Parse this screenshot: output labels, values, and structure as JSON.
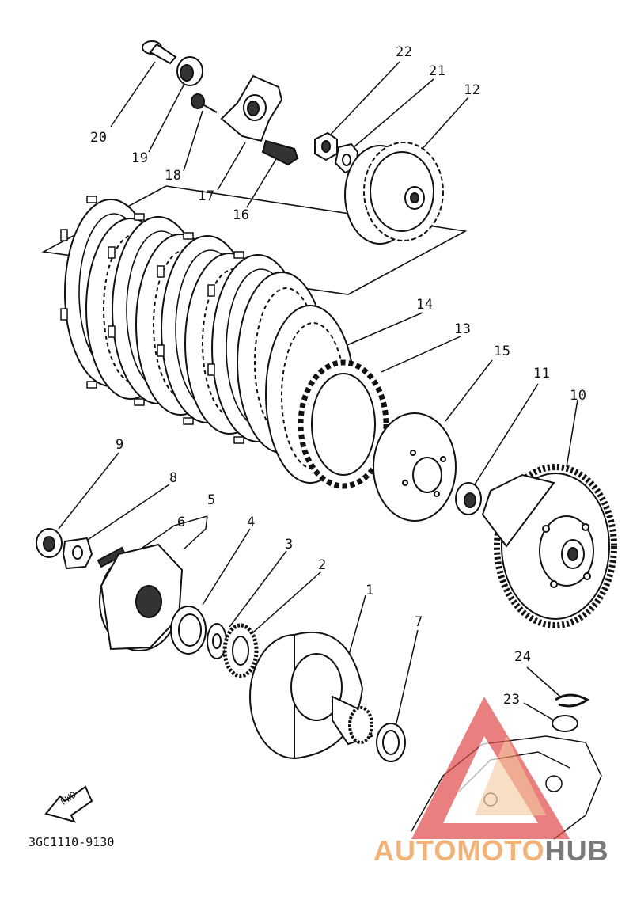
{
  "callouts": [
    {
      "num": "1"
    },
    {
      "num": "2"
    },
    {
      "num": "3"
    },
    {
      "num": "4"
    },
    {
      "num": "5"
    },
    {
      "num": "6"
    },
    {
      "num": "7"
    },
    {
      "num": "8"
    },
    {
      "num": "9"
    },
    {
      "num": "10"
    },
    {
      "num": "11"
    },
    {
      "num": "12"
    },
    {
      "num": "13"
    },
    {
      "num": "14"
    },
    {
      "num": "15"
    },
    {
      "num": "16"
    },
    {
      "num": "17"
    },
    {
      "num": "18"
    },
    {
      "num": "19"
    },
    {
      "num": "20"
    },
    {
      "num": "21"
    },
    {
      "num": "22"
    },
    {
      "num": "23"
    },
    {
      "num": "24"
    }
  ],
  "fwd_label": "FWD",
  "diagram_code": "3GC1110-9130",
  "watermark": {
    "part1": "AUTOMOTO",
    "part2": "HUB"
  },
  "colors": {
    "line": "#111111",
    "watermark_orange": "#f2b37a",
    "watermark_red": "#e24a4a",
    "watermark_gray": "#7a7a7a"
  }
}
